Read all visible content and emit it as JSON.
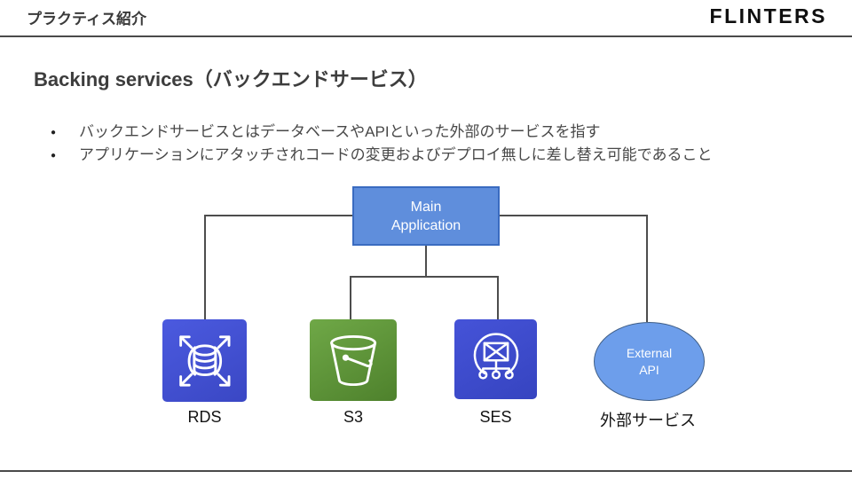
{
  "header": {
    "label": "プラクティス紹介",
    "logo": "FLINTERS"
  },
  "slide": {
    "title": "Backing services（バックエンドサービス）",
    "bullets": [
      "バックエンドサービスとはデータベースやAPIといった外部のサービスを指す",
      "アプリケーションにアタッチされコードの変更およびデプロイ無しに差し替え可能であること"
    ]
  },
  "diagram": {
    "root": {
      "line1": "Main",
      "line2": "Application"
    },
    "nodes": [
      {
        "id": "rds",
        "icon": "aws-rds-icon",
        "label": "RDS"
      },
      {
        "id": "s3",
        "icon": "aws-s3-icon",
        "label": "S3"
      },
      {
        "id": "ses",
        "icon": "aws-ses-icon",
        "label": "SES"
      },
      {
        "id": "external-api",
        "icon": "external-api-ellipse",
        "line1": "External",
        "line2": "API",
        "label": "外部サービス"
      }
    ],
    "colors": {
      "main_box_fill": "#5f8edc",
      "main_box_border": "#3a6bc0",
      "rds_blue": "#4353d0",
      "s3_green": "#5c9638",
      "ses_indigo": "#3e4ccc",
      "ellipse_fill": "#6d9eeb",
      "connector": "#4d4d4d",
      "rule": "#4a4a4a"
    }
  }
}
